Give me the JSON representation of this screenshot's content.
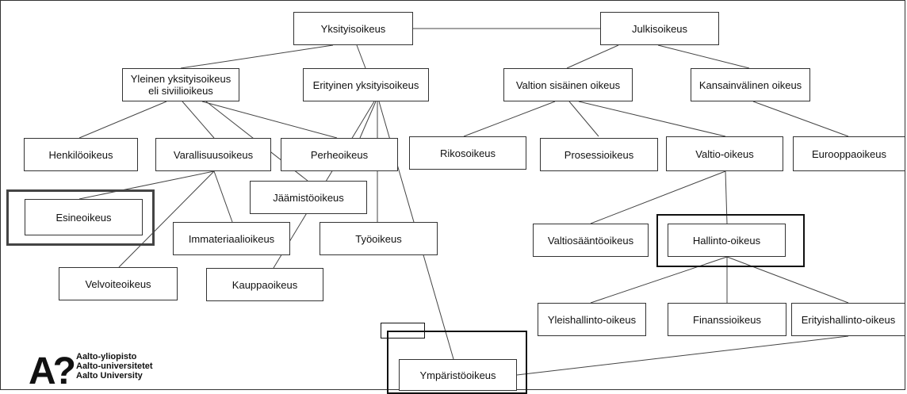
{
  "nodes": {
    "yksityisoikeus": "Yksityisoikeus",
    "julkisoikeus": "Julkisoikeus",
    "yleinen_yksityisoikeus": "Yleinen yksityisoikeus\neli siviilioikeus",
    "erityinen_yksityisoikeus": "Erityinen yksityisoikeus",
    "valtion_sisainen_oikeus": "Valtion sisäinen oikeus",
    "kansainvalinen_oikeus": "Kansainvälinen oikeus",
    "henkilooikeus": "Henkilöoikeus",
    "varallisuusoikeus": "Varallisuusoikeus",
    "perheoikeus": "Perheoikeus",
    "rikosoikeus": "Rikosoikeus",
    "prosessioikeus": "Prosessioikeus",
    "valtio_oikeus": "Valtio-oikeus",
    "eurooppaoikeus": "Eurooppaoikeus",
    "jaamistooikeus": "Jäämistöoikeus",
    "esineoikeus": "Esineoikeus",
    "immateriaalioikeus": "Immateriaalioikeus",
    "tyooikeus": "Työoikeus",
    "valtiosaantooikeus": "Valtiosääntöoikeus",
    "hallinto_oikeus": "Hallinto-oikeus",
    "velvoiteoikeus": "Velvoiteoikeus",
    "kauppaoikeus": "Kauppaoikeus",
    "yleishallinto_oikeus": "Yleishallinto-oikeus",
    "finanssioikeus": "Finanssioikeus",
    "erityishallinto_oikeus": "Erityishallinto-oikeus",
    "ymparistooikeus": "Ympäristöoikeus"
  },
  "logo": {
    "mark": "A?",
    "line1": "Aalto-yliopisto",
    "line2": "Aalto-universitetet",
    "line3": "Aalto University"
  }
}
